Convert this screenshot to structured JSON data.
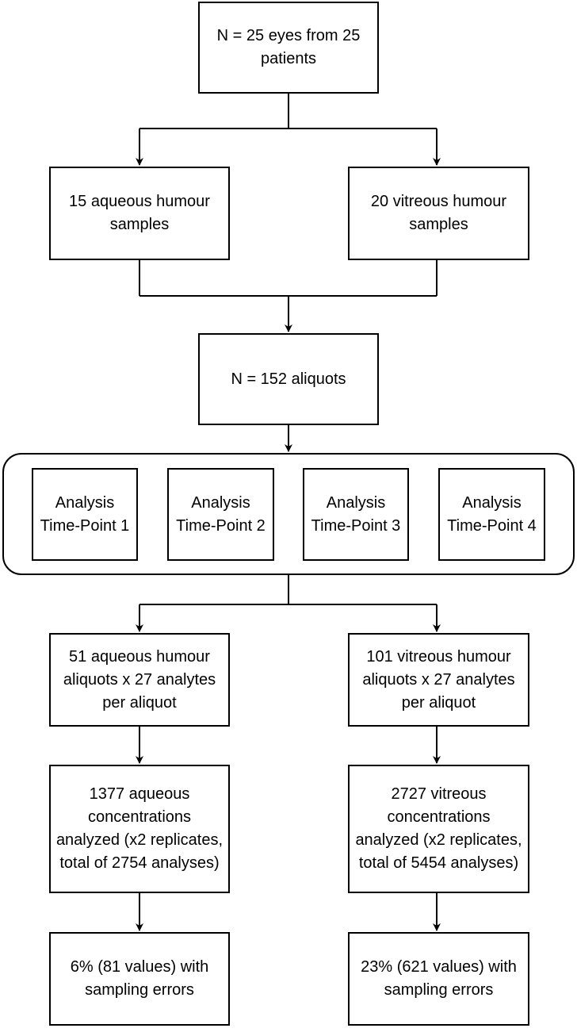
{
  "nodes": {
    "patients": "N = 25 eyes from 25 patients",
    "aqueous_samples": "15 aqueous humour samples",
    "vitreous_samples": "20 vitreous humour samples",
    "aliquots": "N = 152 aliquots",
    "timepoints": [
      "Analysis\nTime-Point 1",
      "Analysis\nTime-Point 2",
      "Analysis\nTime-Point 3",
      "Analysis\nTime-Point 4"
    ],
    "aqueous_aliquots": "51 aqueous humour aliquots x 27 analytes per aliquot",
    "vitreous_aliquots": "101 vitreous humour aliquots x 27 analytes per aliquot",
    "aqueous_concentrations": "1377 aqueous concentrations analyzed (x2 replicates, total of 2754 analyses)",
    "vitreous_concentrations": "2727 vitreous concentrations analyzed (x2 replicates, total of 5454 analyses)",
    "aqueous_errors": "6% (81 values) with sampling errors",
    "vitreous_errors": "23% (621 values) with sampling errors"
  },
  "colors": {
    "stroke": "#000000",
    "fill": "#ffffff"
  }
}
